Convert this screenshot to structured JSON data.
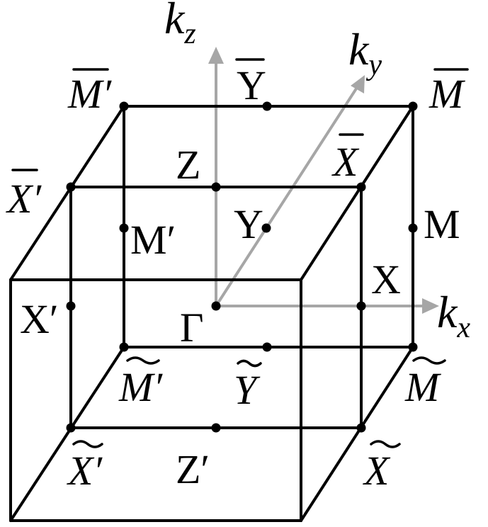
{
  "axes": {
    "kz": {
      "base": "k",
      "sub": "z"
    },
    "ky": {
      "base": "k",
      "sub": "y"
    },
    "kx": {
      "base": "k",
      "sub": "x"
    }
  },
  "points": {
    "gamma": "Γ",
    "z": "Z",
    "z_prime": "Z′",
    "y": "Y",
    "y_bar": "Y",
    "y_tilde": "Y",
    "x": "X",
    "x_prime": "X′",
    "x_bar": "X",
    "x_bar_prime": "X′",
    "x_tilde": "X",
    "x_tilde_prime": "X′",
    "m": "M",
    "m_prime": "M′",
    "m_bar": "M",
    "m_bar_prime": "M′",
    "m_tilde": "M",
    "m_tilde_prime": "M′"
  },
  "colors": {
    "edges": "#000000",
    "axes": "#a6a6a6"
  }
}
